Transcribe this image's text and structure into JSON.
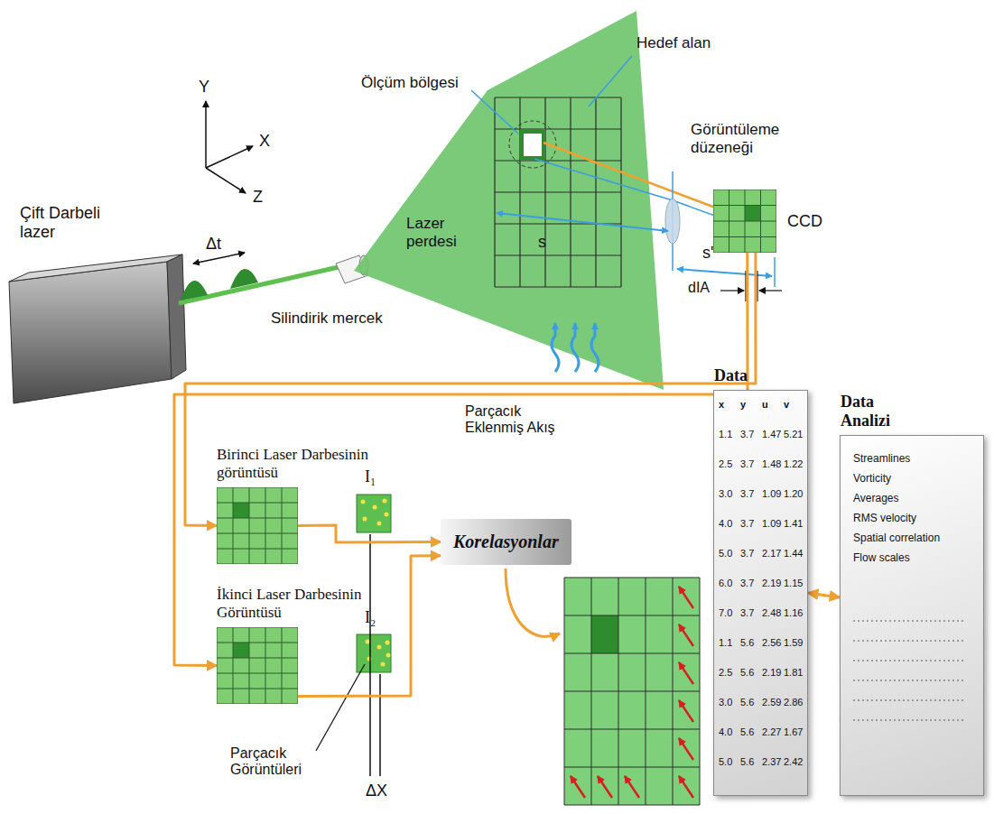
{
  "diagram": {
    "nodes": [
      {
        "text": [
          "CCD"
        ]
      },
      {
        "text": [
          "Birinci Laser Darbesinin görüntüsü"
        ]
      },
      {
        "text": [
          "İkinci Laser Darbesinin Görüntüsü"
        ]
      },
      {
        "text": [
          "Korelasyonlar"
        ]
      },
      {
        "text": [
          "Data"
        ]
      },
      {
        "text": [
          "Data Analizi",
          "Streamlines",
          "Vorticity",
          "Averages",
          "RMS velocity",
          "Spatial correlation",
          "Flow scales"
        ]
      }
    ],
    "edges": [
      {
        "from": 0,
        "to": 1,
        "arrow": "to"
      },
      {
        "from": 0,
        "to": 2,
        "arrow": "to"
      },
      {
        "from": 1,
        "to": 3,
        "arrow": "to"
      },
      {
        "from": 2,
        "to": 3,
        "arrow": "to"
      },
      {
        "from": 4,
        "to": 5,
        "arrow": "both"
      }
    ],
    "labels": [
      "Y",
      "X",
      "Z",
      "Çift Darbeli lazer",
      "Δt",
      "Silindirik mercek",
      "Lazer perdesi",
      "Ölçüm bölgesi",
      "Hedef alan",
      "Görüntüleme düzeneği",
      "s",
      "s'",
      "dIA",
      "Parçacık Eklenmiş Akış",
      "I₁",
      "I₂",
      "Parçacık Görüntüleri",
      "ΔX",
      "x",
      "y",
      "u",
      "v",
      "1.1",
      "3.7",
      "1.47",
      "5.21",
      "2.5",
      "3.7",
      "1.48",
      "1.22",
      "3.0",
      "3.7",
      "1.09",
      "1.20",
      "4.0",
      "3.7",
      "1.09",
      "1.41",
      "5.0",
      "3.7",
      "2.17",
      "1.44",
      "6.0",
      "3.7",
      "2.19",
      "1.15",
      "7.0",
      "3.7",
      "2.48",
      "1.16",
      "1.1",
      "5.6",
      "2.56",
      "1.59",
      "2.5",
      "5.6",
      "2.19",
      "1.81",
      "3.0",
      "5.6",
      "2.59",
      "2.86",
      "4.0",
      "5.6",
      "2.27",
      "1.67",
      "5.0",
      "5.6",
      "2.37",
      "2.42"
    ]
  }
}
